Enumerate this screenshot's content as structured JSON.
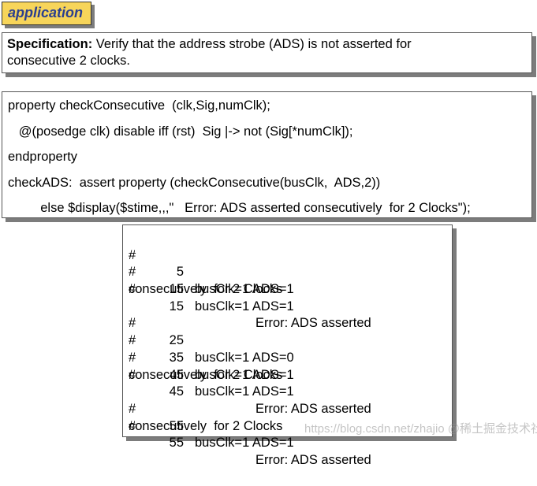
{
  "tag": "application",
  "specification": {
    "label": "Specification:",
    "line1": " Verify that the address strobe (ADS) is not asserted for",
    "line2": "consecutive  2 clocks."
  },
  "code_lines": [
    "property checkConsecutive  (clk,Sig,numClk);",
    "   @(posedge clk) disable iff (rst)  Sig |-> not (Sig[*numClk]);",
    "endproperty",
    "checkADS:  assert property (checkConsecutive(busClk,  ADS,2))",
    "         else $display($stime,,,\"   Error: ADS asserted consecutively  for 2 Clocks\");"
  ],
  "output": {
    "hash": "#",
    "rows": [
      {
        "time": "5",
        "text": "busClk=1 ADS=1"
      },
      {
        "time": "15",
        "text": "busClk=1 ADS=1"
      },
      {
        "time": "15",
        "error": "Error: ADS asserted",
        "cont": "consecutively  for 2 Clocks"
      },
      {
        "time": "25",
        "text": "busClk=1 ADS=0"
      },
      {
        "time": "35",
        "text": "busClk=1 ADS=1"
      },
      {
        "time": "45",
        "text": "busClk=1 ADS=1"
      },
      {
        "time": "45",
        "error": "Error: ADS asserted",
        "cont": "consecutively  for 2 Clocks"
      },
      {
        "time": "55",
        "text": "busClk=1 ADS=1"
      },
      {
        "time": "55",
        "error": "Error: ADS asserted",
        "cont": "consecutively  for 2 Clocks"
      }
    ]
  },
  "watermark": "https://blog.csdn.net/zhajio   @稀土掘金技术社区",
  "colors": {
    "tag_bg": "#f7d55a",
    "tag_text": "#2b3f8f",
    "shadow": "#7c7c7c"
  }
}
